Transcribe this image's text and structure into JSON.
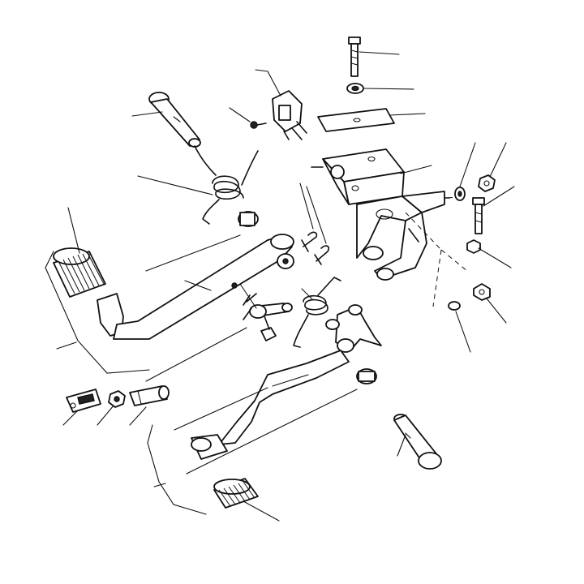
{
  "diagram": {
    "kind": "exploded-view-line-drawing",
    "ink_color": "#111111",
    "background": "#ffffff",
    "parts": [
      "long-bolt-top",
      "flat-washer-top",
      "switch",
      "small-screw",
      "shim-plate",
      "pivot-pin-top",
      "return-spring-top",
      "mounting-bracket",
      "spring-washer-right",
      "nut-right-top",
      "bolt-right",
      "nut-right-middle",
      "washer-lower-right",
      "nut-lower-right",
      "brake-pedal-arm",
      "brake-pedal-pad",
      "split-pin-left",
      "split-pin-right",
      "clevis-pin-assembly",
      "clevis-fork",
      "lock-nut",
      "push-rod",
      "clutch-spring",
      "clutch-pedal-arm",
      "clutch-pedal-pad",
      "pivot-pin-bottom"
    ]
  }
}
